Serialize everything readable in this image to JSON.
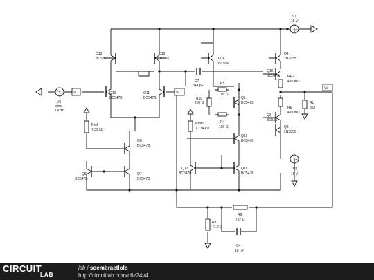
{
  "components": {
    "v1": {
      "name": "V1",
      "value": "15 V"
    },
    "v2": {
      "name": "V2",
      "value": "15 V"
    },
    "v0": {
      "name": "V0",
      "type": "sine",
      "freq": "1 kHz"
    },
    "vi_tag": "Vi",
    "vminus_tag": "V-",
    "vo_tag": "Vo",
    "q13": {
      "name": "Q13",
      "model": "BC556"
    },
    "q12": {
      "name": "Q12",
      "model": "BC556"
    },
    "q14": {
      "name": "Q14",
      "model": "BC556"
    },
    "q4": {
      "name": "Q4",
      "model": "2N2955"
    },
    "q16": {
      "name": "Q16",
      "model": "BC547B"
    },
    "q10": {
      "name": "Q10",
      "model": "BC547B"
    },
    "q11": {
      "name": "Q11",
      "model": "BC547B"
    },
    "q1": {
      "name": "Q1",
      "model": "BC547B"
    },
    "q3": {
      "name": "Q3",
      "model": "BC556"
    },
    "q5": {
      "name": "Q5",
      "model": "2N3055"
    },
    "q6": {
      "name": "Q6",
      "model": "BC547B"
    },
    "q19": {
      "name": "Q19",
      "model": "BC547B"
    },
    "q8": {
      "name": "Q8",
      "model": "BC547B"
    },
    "q7": {
      "name": "Q7",
      "model": "BC547B"
    },
    "q17": {
      "name": "Q17",
      "model": "BC547B"
    },
    "q18": {
      "name": "Q18",
      "model": "BC547B"
    },
    "c7": {
      "name": "C7",
      "value": "344 pF"
    },
    "r5": {
      "name": "R5",
      "value": "100 Ω"
    },
    "r10": {
      "name": "R10",
      "value": "250 Ω"
    },
    "r4": {
      "name": "R4",
      "value": "100 Ω"
    },
    "re2": {
      "name": "RE2",
      "value": "470 mΩ"
    },
    "re": {
      "name": "RE",
      "value": "470 mΩ"
    },
    "rl": {
      "name": "RL",
      "value": "8 Ω"
    },
    "rref": {
      "name": "Rref",
      "value": "7.39 kΩ"
    },
    "rref1": {
      "name": "Rref1",
      "value": "1.734 kΩ"
    },
    "r9": {
      "name": "R9",
      "value": "787 Ω"
    },
    "r8": {
      "name": "R8",
      "value": "41.2 Ω"
    },
    "c4": {
      "name": "C4",
      "value": "10 nF"
    }
  },
  "footer": {
    "logo_top": "CIRCUIT",
    "logo_bottom": "LAB",
    "author": "jcb",
    "separator": " / ",
    "title": "soembraetlolo",
    "url": "http://circuitlab.com/c6z24v4"
  }
}
